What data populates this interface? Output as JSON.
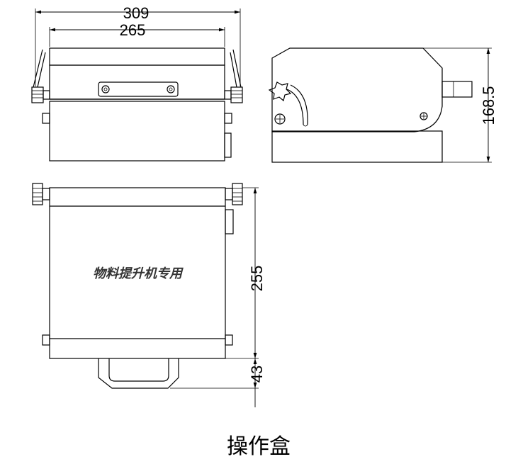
{
  "dimensions": {
    "overall_width": "309",
    "body_width": "265",
    "height": "168.5",
    "depth": "255",
    "handle_depth": "43"
  },
  "panel_label": "物料提升机专用",
  "caption": "操作盒"
}
